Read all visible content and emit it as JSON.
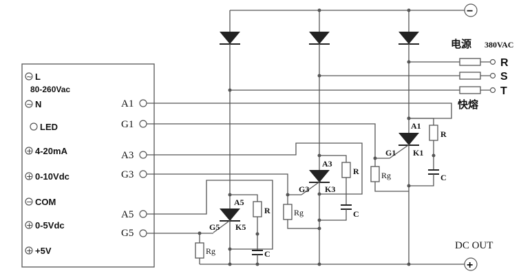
{
  "left_panel": {
    "supply_line1": "L",
    "supply_line2": "80-260Vac",
    "neutral": "N",
    "led": "LED",
    "in_4_20": "4-20mA",
    "in_0_10": "0-10Vdc",
    "com": "COM",
    "in_0_5": "0-5Vdc",
    "plus_5v": "+5V",
    "symbols": {
      "ac": "~",
      "plus": "+",
      "minus": "−"
    }
  },
  "pins": [
    "A1",
    "G1",
    "A3",
    "G3",
    "A5",
    "G5"
  ],
  "power": {
    "label_cn": "电源",
    "voltage": "380VAC",
    "phases": [
      "R",
      "S",
      "T"
    ],
    "fuse_label": "快熔"
  },
  "rails": {
    "negative_symbol": "−",
    "positive_symbol": "+",
    "dc_out": "DC OUT"
  },
  "thyristor_stages": [
    {
      "anode": "A1",
      "gate": "G1",
      "cathode": "K1",
      "r": "R",
      "c": "C",
      "rg": "Rg"
    },
    {
      "anode": "A3",
      "gate": "G3",
      "cathode": "K3",
      "r": "R",
      "c": "C",
      "rg": "Rg"
    },
    {
      "anode": "A5",
      "gate": "G5",
      "cathode": "K5",
      "r": "R",
      "c": "C",
      "rg": "Rg"
    }
  ]
}
